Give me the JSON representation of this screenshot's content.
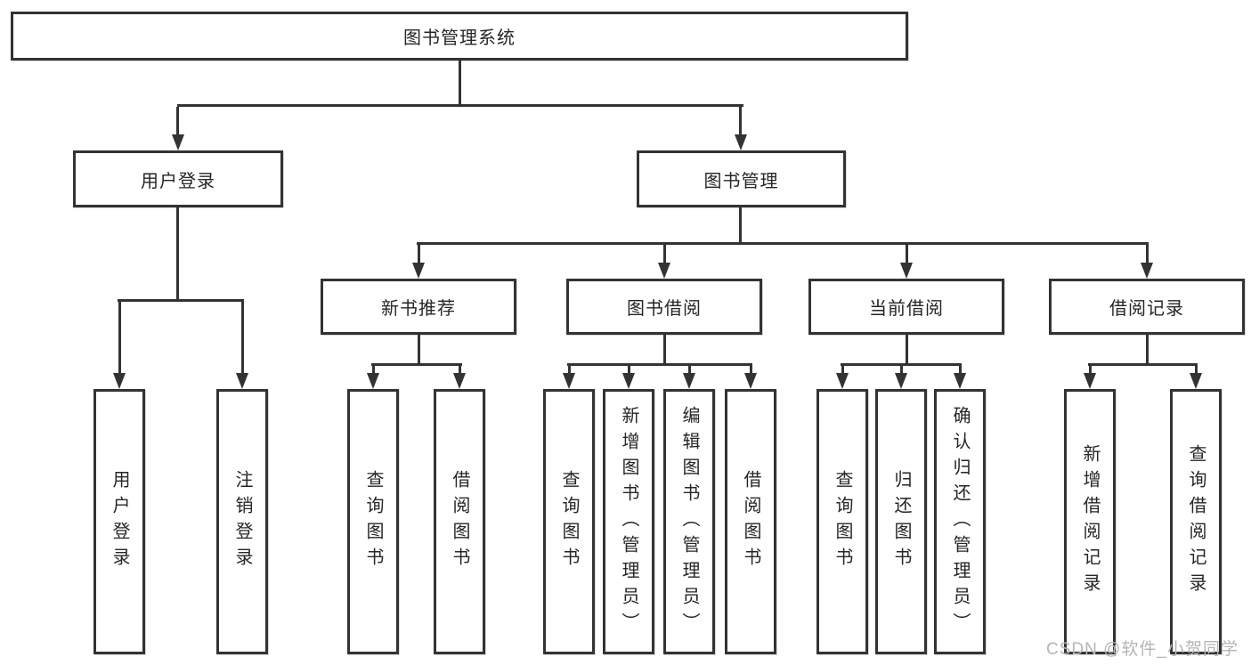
{
  "title": "图书管理系统",
  "tree": {
    "root": {
      "label": "图书管理系统"
    },
    "branches": [
      {
        "label": "用户登录",
        "children": [
          {
            "label": "用户登录"
          },
          {
            "label": "注销登录"
          }
        ]
      },
      {
        "label": "图书管理",
        "children": [
          {
            "label": "新书推荐",
            "children": [
              {
                "label": "查询图书"
              },
              {
                "label": "借阅图书"
              }
            ]
          },
          {
            "label": "图书借阅",
            "children": [
              {
                "label": "查询图书"
              },
              {
                "label": "新增图书（管理员）"
              },
              {
                "label": "编辑图书（管理员）"
              },
              {
                "label": "借阅图书"
              }
            ]
          },
          {
            "label": "当前借阅",
            "children": [
              {
                "label": "查询图书"
              },
              {
                "label": "归还图书"
              },
              {
                "label": "确认归还（管理员）"
              }
            ]
          },
          {
            "label": "借阅记录",
            "children": [
              {
                "label": "新增借阅记录"
              },
              {
                "label": "查询借阅记录"
              }
            ]
          }
        ]
      }
    ]
  },
  "watermark": {
    "text": "CSDN @软件_小贺同学",
    "color": "#b5b5b5"
  },
  "colors": {
    "line": "#333333",
    "box_border": "#333333",
    "box_background": "#ffffff",
    "text": "#262626",
    "page_background": "#ffffff"
  }
}
